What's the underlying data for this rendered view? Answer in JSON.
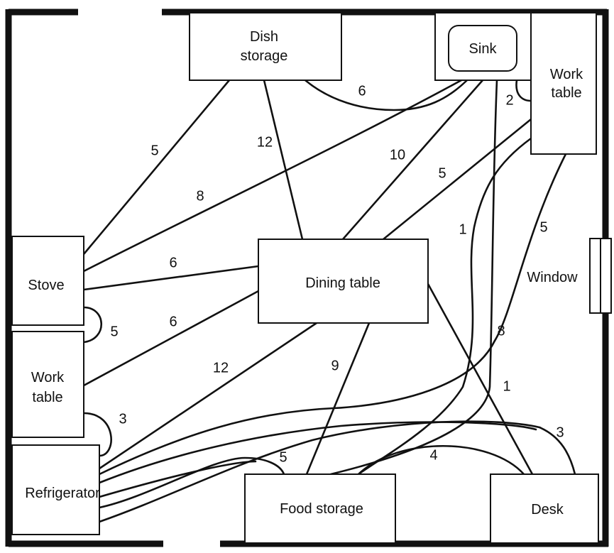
{
  "rooms": {
    "dish_storage": [
      "Dish",
      "storage"
    ],
    "sink": [
      "Sink"
    ],
    "work_table_top": [
      "Work",
      "table"
    ],
    "stove": [
      "Stove"
    ],
    "work_table_left": [
      "Work",
      "table"
    ],
    "refrigerator": [
      "Refrigerator"
    ],
    "dining_table": [
      "Dining table"
    ],
    "window": [
      "Window"
    ],
    "food_storage": [
      "Food storage"
    ],
    "desk": [
      "Desk"
    ]
  },
  "weights": {
    "dish_stove": "5",
    "dish_dining": "12",
    "dish_sink": "6",
    "stove_sink": "8",
    "sink_dining": "10",
    "worktop_dining": "5",
    "sink_worktop": "2",
    "sink_food": "1",
    "worktop_refrig": "5",
    "stove_dining": "6",
    "stove_workleft": "5",
    "workleft_dining": "6",
    "workleft_refrig": "3",
    "refrig_dining": "12",
    "food_dining": "9",
    "worktop_food": "8",
    "dining_desk": "1",
    "refrig_food": "5",
    "food_desk": "4",
    "refrig_desk": "3"
  },
  "style": {
    "ink": "#111111",
    "paper": "#ffffff"
  }
}
